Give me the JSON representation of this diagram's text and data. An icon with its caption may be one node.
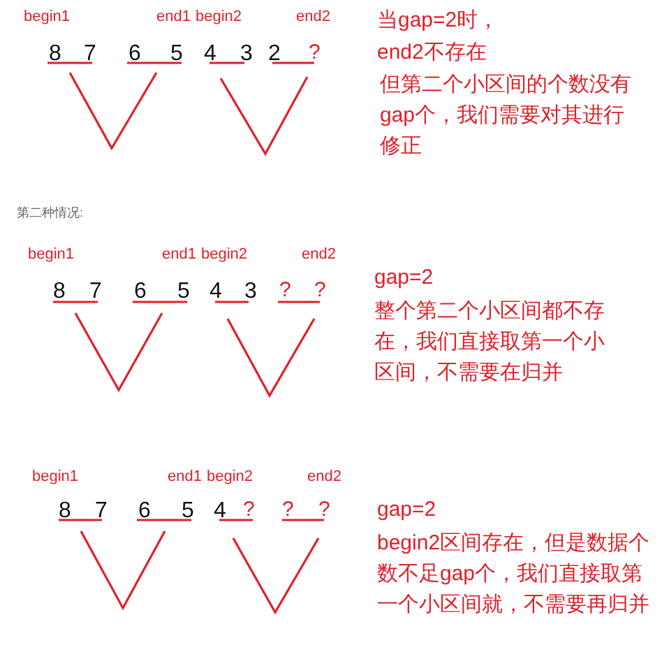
{
  "diagram": {
    "labels": [
      "begin1",
      "end1",
      "begin2",
      "end2",
      "8",
      "7",
      "6",
      "5",
      "4",
      "3",
      "2",
      "?",
      "当gap=2时，",
      "end2不存在",
      "但第二个小区间的个数没有gap个，我们需要对其进行修正",
      "第二种情况:",
      "begin1",
      "end1",
      "begin2",
      "end2",
      "8",
      "7",
      "6",
      "5",
      "4",
      "3",
      "?",
      "?",
      "gap=2",
      "整个第二个小区间都不存在，我们直接取第一个小区间，不需要在归并",
      "begin1",
      "end1",
      "begin2",
      "end2",
      "8",
      "7",
      "6",
      "5",
      "4",
      "?",
      "?",
      "?",
      "gap=2",
      "begin2区间存在，但是数据个数不足gap个，我们直接取第一个小区间就，不需要再归并"
    ]
  }
}
